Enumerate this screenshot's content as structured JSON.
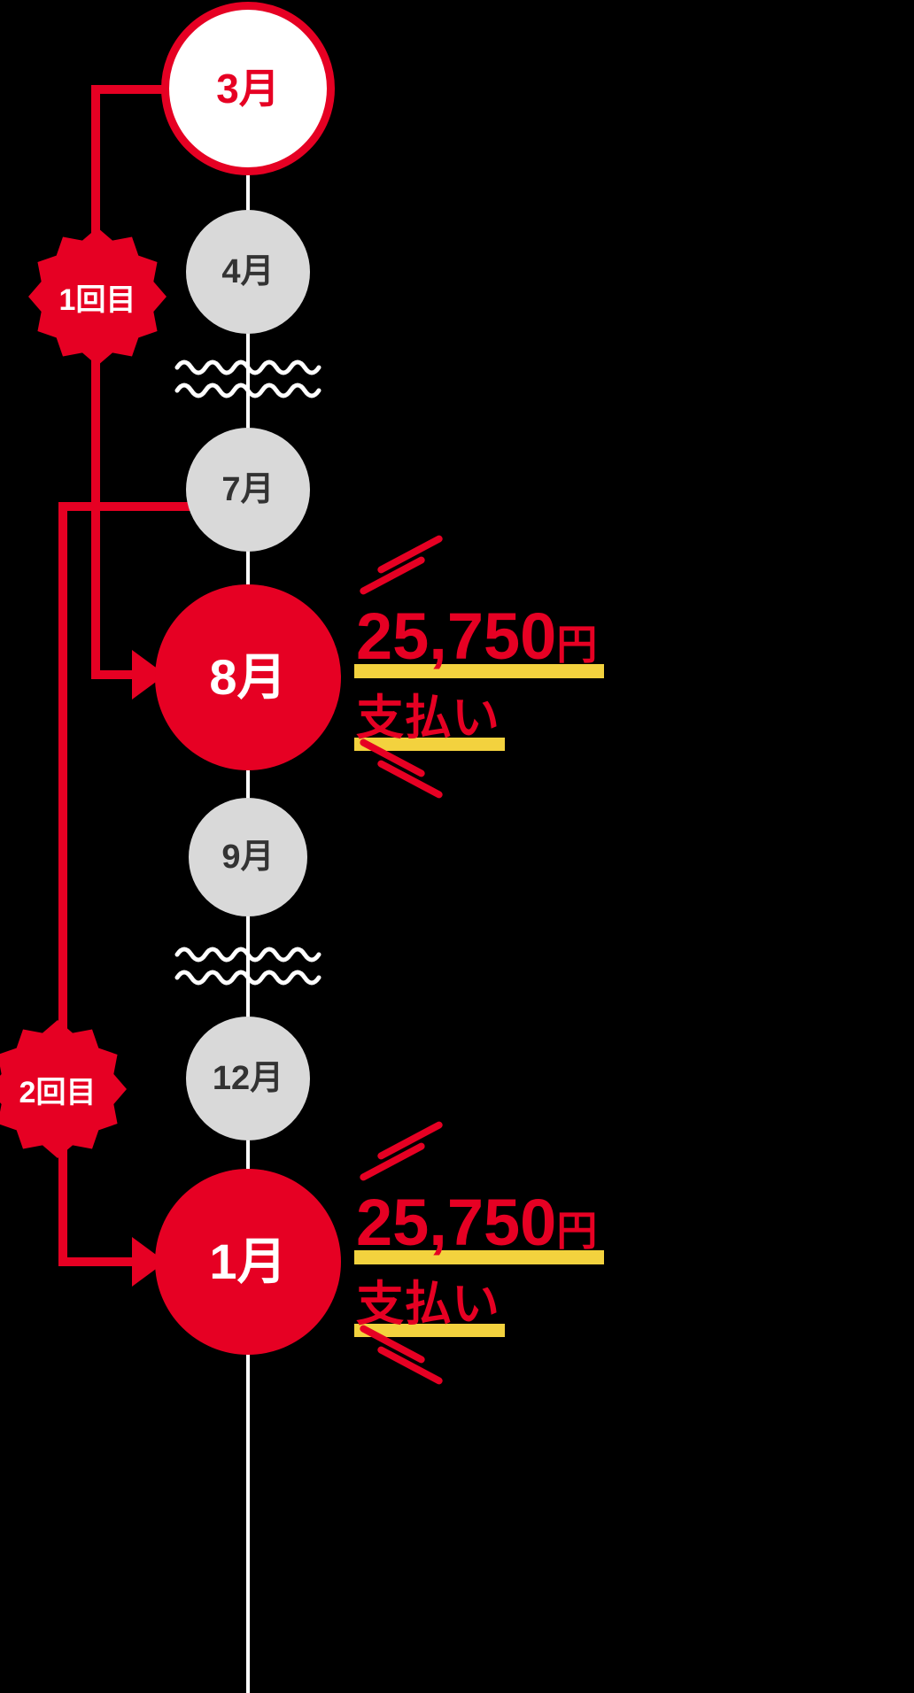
{
  "colors": {
    "accent_red": "#e60023",
    "circle_gray": "#d9d9d9",
    "highlight_yellow": "#f3d23e",
    "text_dark": "#333333",
    "line_white": "#ffffff",
    "background": "#000000"
  },
  "timeline": {
    "months": [
      {
        "label": "3月",
        "style": "start"
      },
      {
        "label": "4月",
        "style": "normal"
      },
      {
        "label": "7月",
        "style": "normal"
      },
      {
        "label": "8月",
        "style": "payment"
      },
      {
        "label": "9月",
        "style": "normal"
      },
      {
        "label": "12月",
        "style": "normal"
      },
      {
        "label": "1月",
        "style": "payment"
      }
    ]
  },
  "badges": [
    {
      "label": "1回目"
    },
    {
      "label": "2回目"
    }
  ],
  "payments": [
    {
      "amount": "25,750",
      "unit": "円",
      "action": "支払い"
    },
    {
      "amount": "25,750",
      "unit": "円",
      "action": "支払い"
    }
  ]
}
